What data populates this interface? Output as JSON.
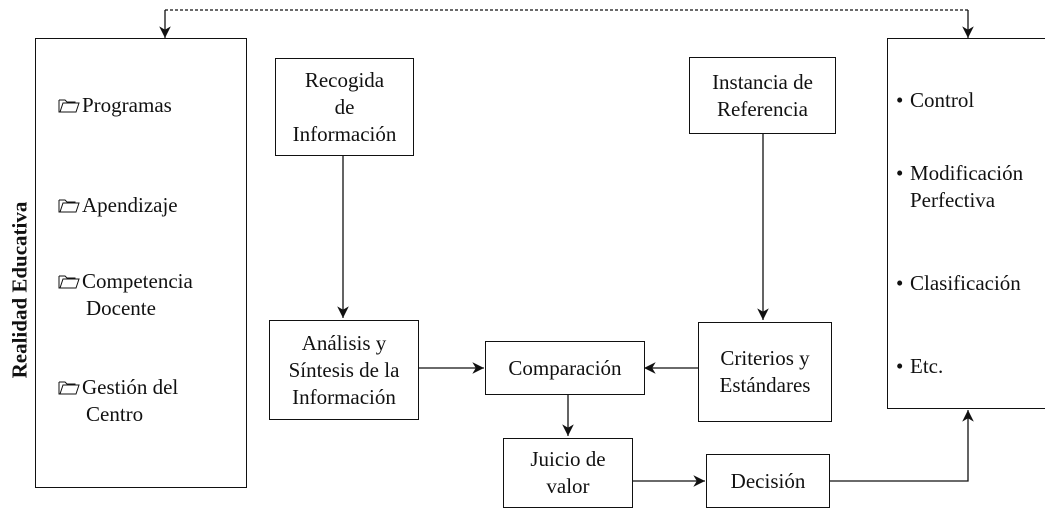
{
  "side_title": "Realidad Educativa",
  "left_items": [
    {
      "lines": [
        "Programas"
      ]
    },
    {
      "lines": [
        "Apendizaje"
      ]
    },
    {
      "lines": [
        "Competencia",
        "Docente"
      ]
    },
    {
      "lines": [
        "Gestión del",
        "Centro"
      ]
    }
  ],
  "boxes": {
    "recogida": [
      "Recogida",
      "de",
      "Información"
    ],
    "instancia": [
      "Instancia de",
      "Referencia"
    ],
    "analisis": [
      "Análisis y",
      "Síntesis de la",
      "Información"
    ],
    "comparacion": [
      "Comparación"
    ],
    "criterios": [
      "Criterios y",
      "Estándares"
    ],
    "juicio": [
      "Juicio de",
      "valor"
    ],
    "decision": [
      "Decisión"
    ]
  },
  "right_items": [
    {
      "lines": [
        "Control"
      ]
    },
    {
      "lines": [
        "Modificación",
        "Perfectiva"
      ]
    },
    {
      "lines": [
        "Clasificación"
      ]
    },
    {
      "lines": [
        "Etc."
      ]
    }
  ],
  "bullet_char": "•",
  "folder_icon": "folder-outline-icon",
  "stroke_color": "#111111"
}
